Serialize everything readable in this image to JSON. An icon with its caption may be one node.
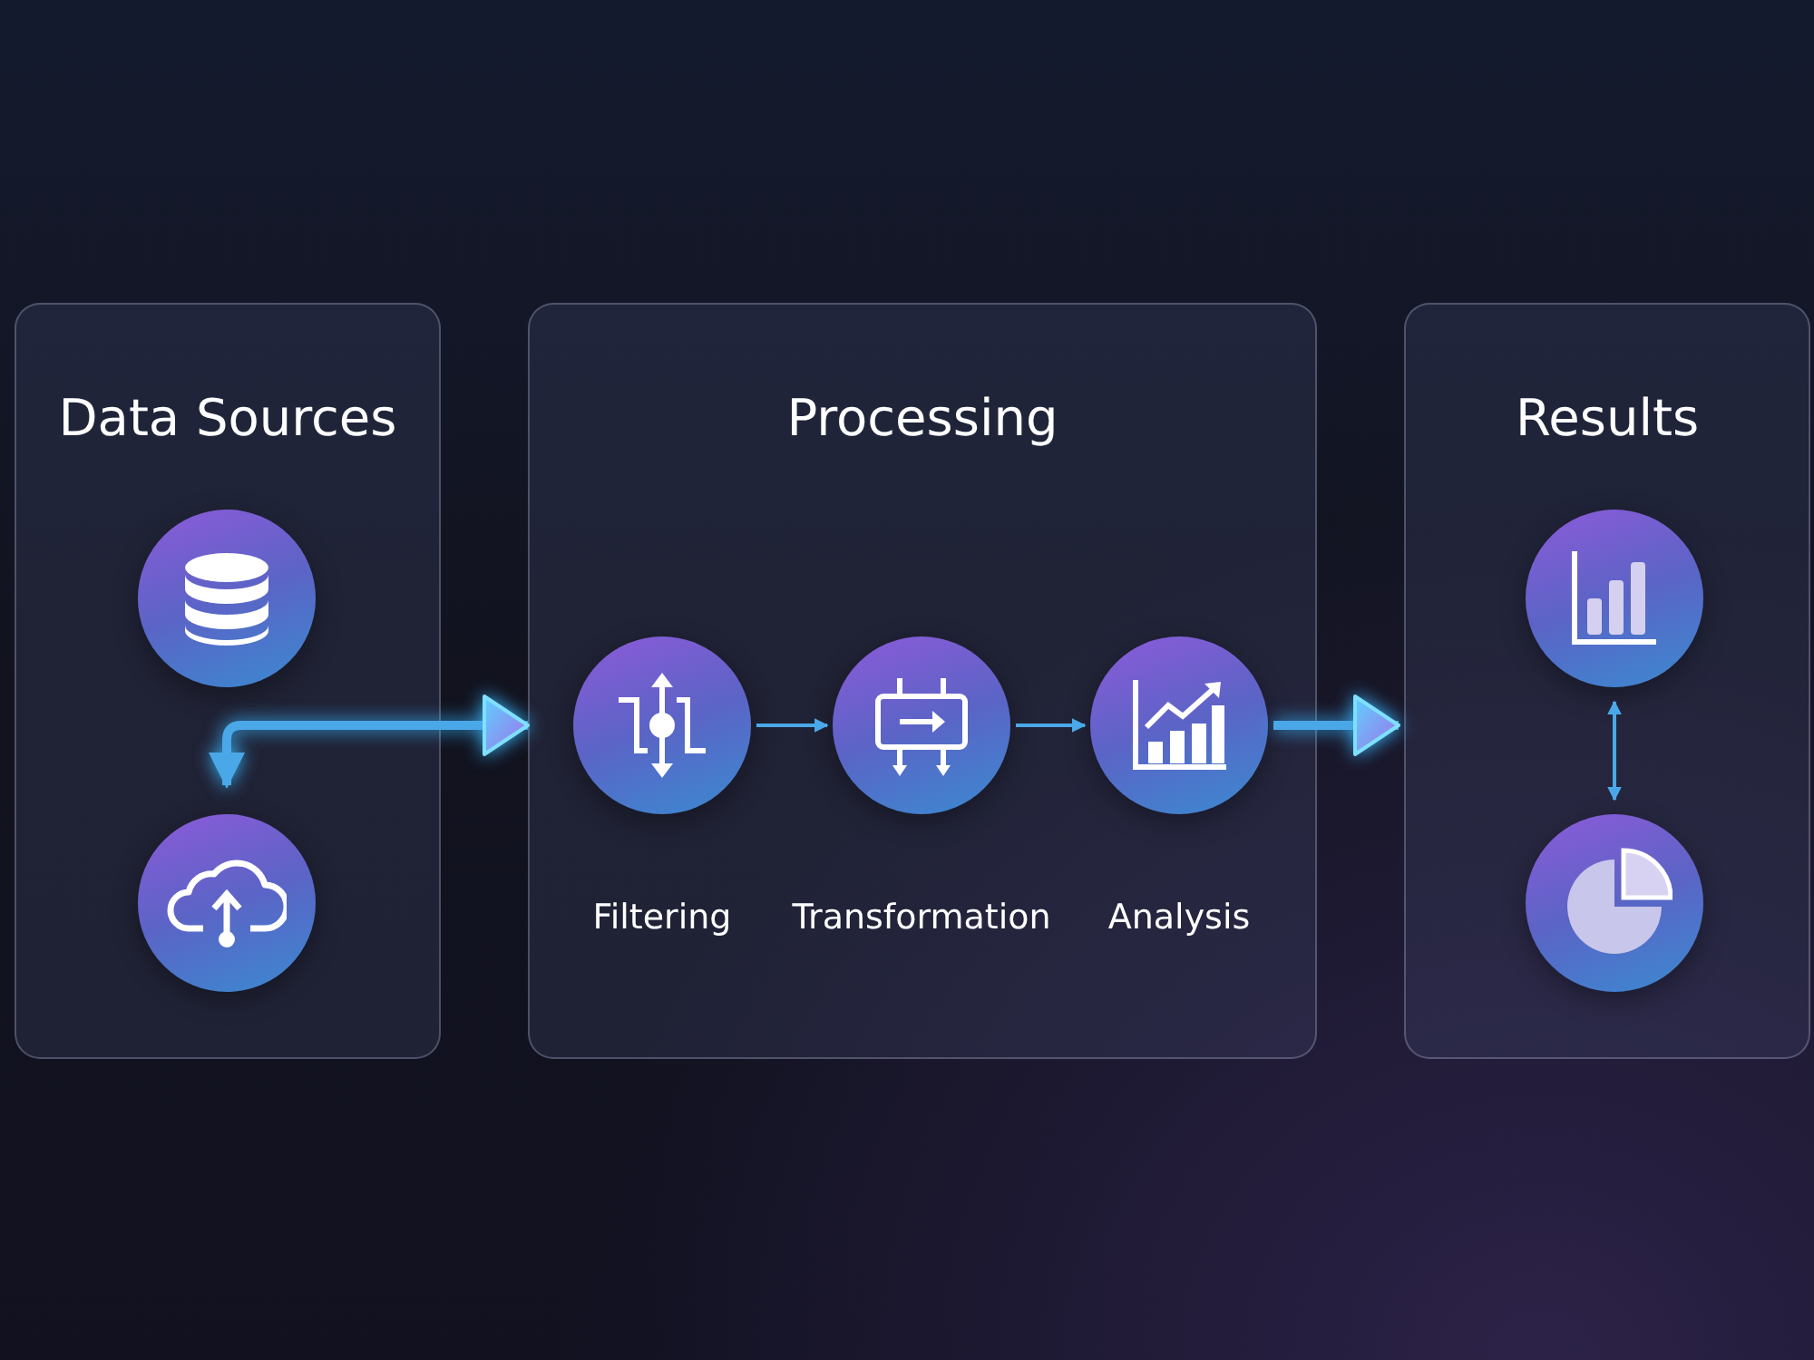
{
  "diagram": {
    "nodes": [
      {
        "text": [
          "Data Sources"
        ]
      },
      {
        "text": [],
        "shape": "circle",
        "in": 0
      },
      {
        "text": [],
        "shape": "circle",
        "in": 0
      },
      {
        "text": [
          "Processing"
        ]
      },
      {
        "text": [],
        "shape": "circle",
        "in": 3,
        "beside": [
          "Filtering"
        ]
      },
      {
        "text": [],
        "shape": "circle",
        "in": 3,
        "beside": [
          "Transformation"
        ]
      },
      {
        "text": [],
        "shape": "circle",
        "in": 3,
        "beside": [
          "Analysis"
        ]
      },
      {
        "text": [
          "Results"
        ]
      },
      {
        "text": [],
        "shape": "circle",
        "in": 7
      },
      {
        "text": [],
        "shape": "circle",
        "in": 7
      }
    ],
    "edges": [
      {
        "from": 2,
        "to": 3,
        "arrow": "both",
        "style": "thick"
      },
      {
        "from": 4,
        "to": 5,
        "arrow": "to"
      },
      {
        "from": 5,
        "to": 6,
        "arrow": "to"
      },
      {
        "from": 6,
        "to": 7,
        "arrow": "to",
        "style": "thick"
      },
      {
        "from": 8,
        "to": 9,
        "arrow": "both"
      }
    ]
  }
}
